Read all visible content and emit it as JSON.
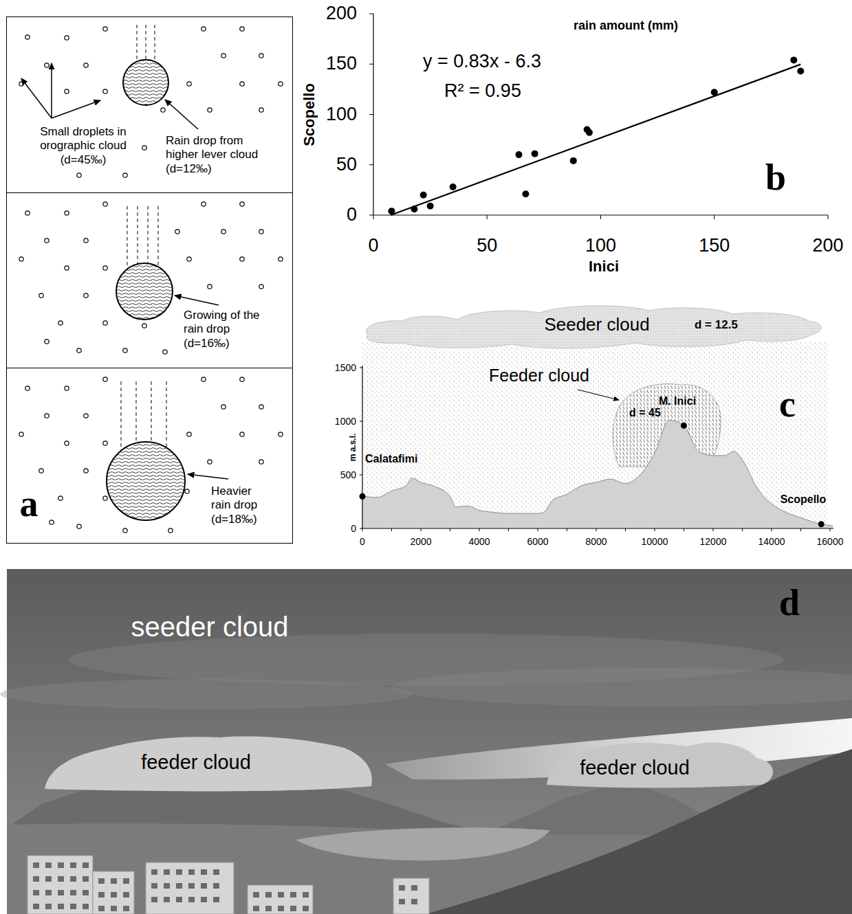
{
  "diagram": {
    "nodes": [
      {
        "text": [
          "Small droplets in orographic cloud (d=45‰)",
          "Rain drop from higher lever cloud (d=12‰)"
        ]
      },
      {
        "text": [
          "Growing of the rain drop (d=16‰)"
        ]
      },
      {
        "text": [
          "Heavier rain drop (d=18‰)",
          "a"
        ]
      },
      {
        "text": [
          "Seeder cloud",
          "d = 12.5"
        ]
      },
      {
        "text": [
          "M. Inici",
          "d = 45"
        ]
      }
    ],
    "labels": [
      "rain amount (mm)",
      "y = 0.83x - 6.3",
      "R² = 0.95",
      "Scopello",
      "Inici",
      "200",
      "150",
      "100",
      "50",
      "0",
      "0",
      "50",
      "100",
      "150",
      "200",
      "b",
      "Feeder cloud",
      "c",
      "Calatafimi",
      "Scopello",
      "m a.s.l.",
      "1500",
      "1000",
      "500",
      "0",
      "0",
      "2000",
      "4000",
      "6000",
      "8000",
      "10000",
      "12000",
      "14000",
      "16000",
      "seeder cloud",
      "feeder cloud",
      "feeder cloud",
      "d"
    ]
  }
}
